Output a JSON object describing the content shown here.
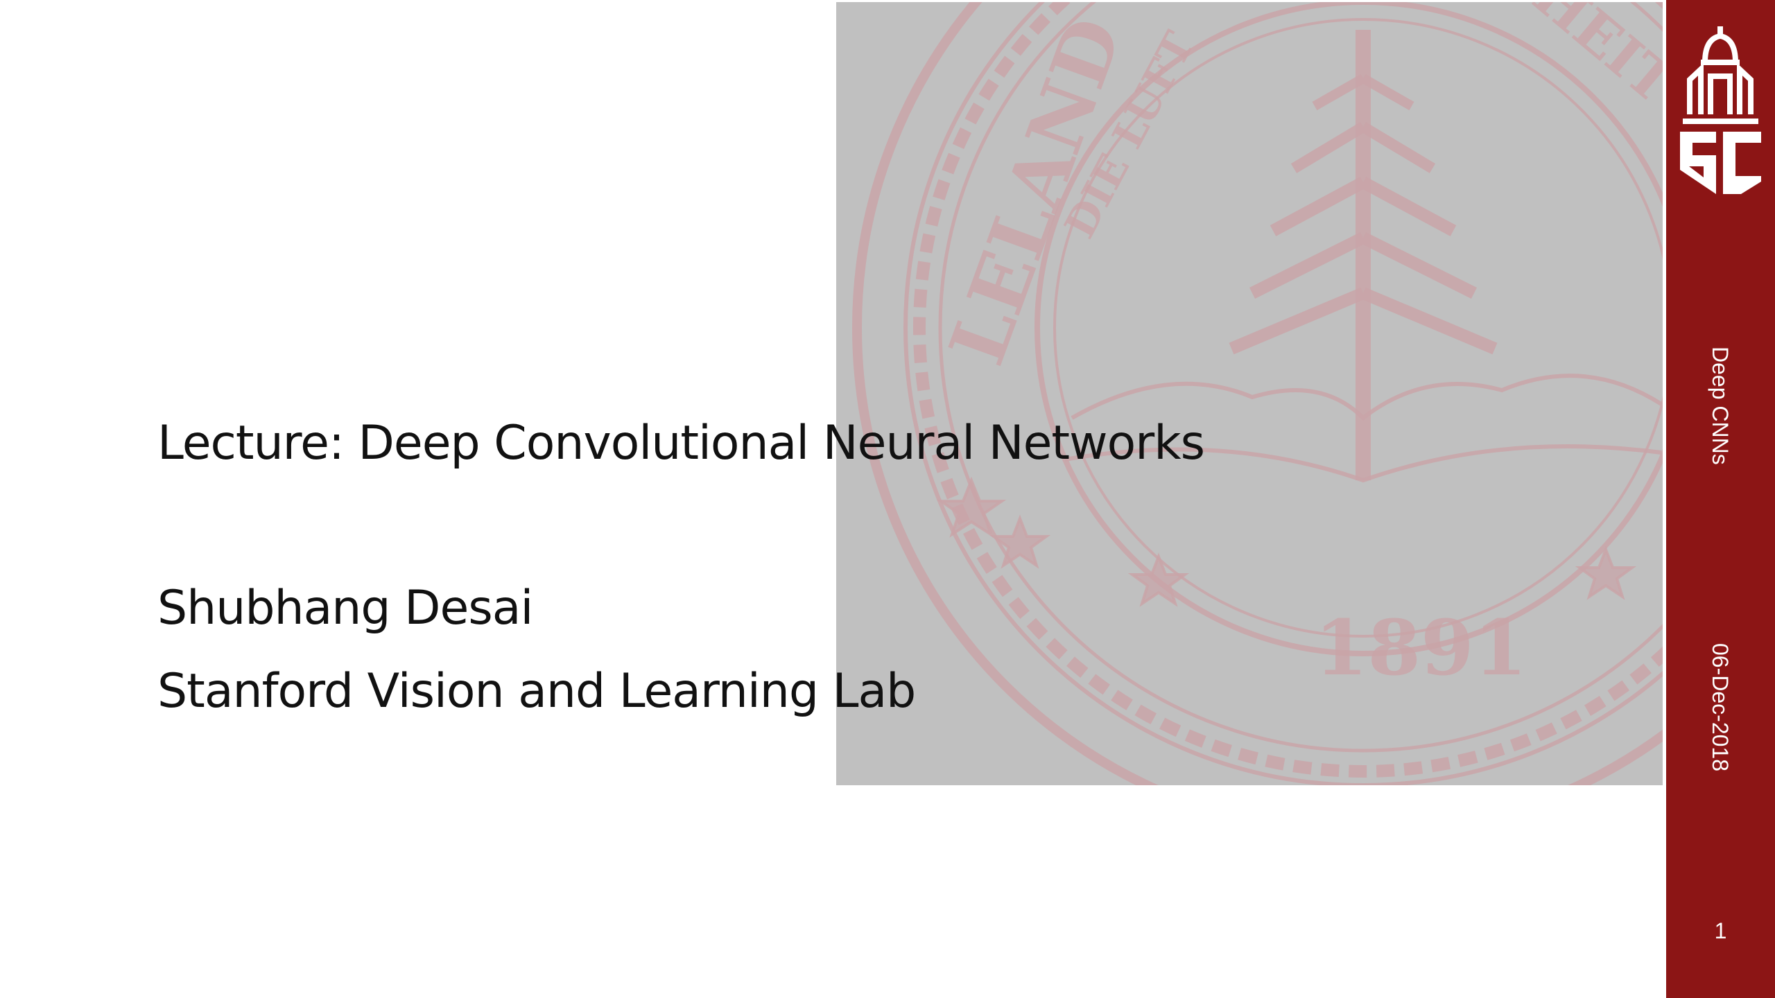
{
  "slide": {
    "title": "Lecture: Deep Convolutional Neural Networks",
    "author": "Shubhang Desai",
    "affiliation": "Stanford Vision and Learning Lab"
  },
  "sidebar": {
    "short_title": "Deep CNNs",
    "date": "06-Dec-2018",
    "page_number": "1",
    "logo_icon": "stanford-sc-logo-icon"
  },
  "seal": {
    "inscription_left": "LELAND S",
    "inscription_top": "DIE LUFT",
    "inscription_right": "HEIT W",
    "year": "1891"
  },
  "colors": {
    "sidebar": "#8c1515",
    "seal_panel": "#c0c0c0",
    "seal_ink": "#c9a4a8",
    "text": "#111111"
  }
}
